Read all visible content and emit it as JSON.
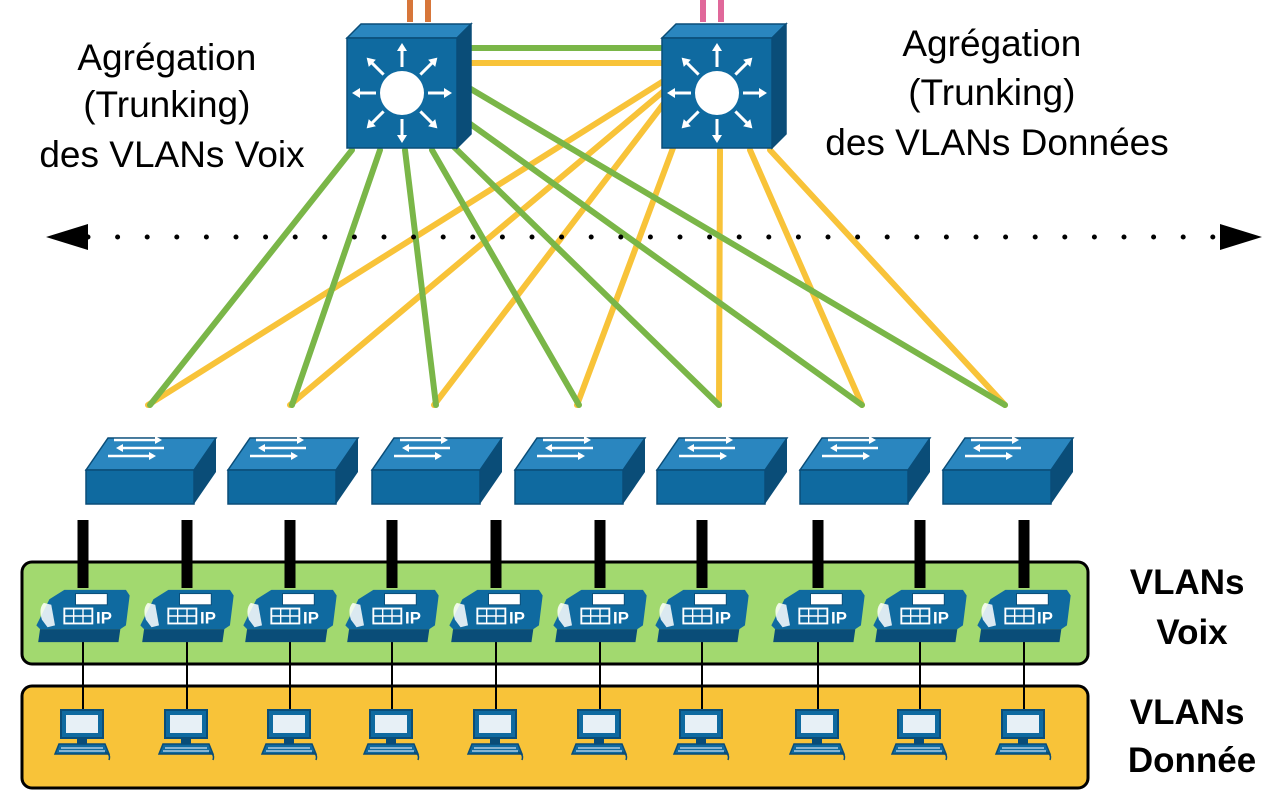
{
  "labels": {
    "left_aggregation": [
      "Agrégation",
      "(Trunking)",
      "des VLANs Voix"
    ],
    "right_aggregation": [
      "Agrégation",
      "(Trunking)",
      "des VLANs Données"
    ],
    "voice_zone": [
      "VLANs",
      "Voix"
    ],
    "data_zone": [
      "VLANs",
      "Donnée"
    ],
    "phone_badge": "IP"
  },
  "colors": {
    "voice_link": "#7ab648",
    "data_link": "#f8c339",
    "device_blue": "#0f6aa0",
    "voice_zone_fill": "#a2d96f",
    "data_zone_fill": "#f8c339",
    "access_uplink": "#000000",
    "uplink_left": "#d7763a",
    "uplink_right": "#e0689a"
  },
  "icons": {
    "core_switch": "layer3-switch-icon",
    "access_switch": "workgroup-switch-icon",
    "phone": "ip-phone-icon",
    "computer": "workstation-icon",
    "scope_arrow": "double-headed-arrow-icon"
  },
  "counts": {
    "core_switches": 2,
    "access_switches": 7,
    "ip_phones": 10,
    "workstations": 10
  }
}
